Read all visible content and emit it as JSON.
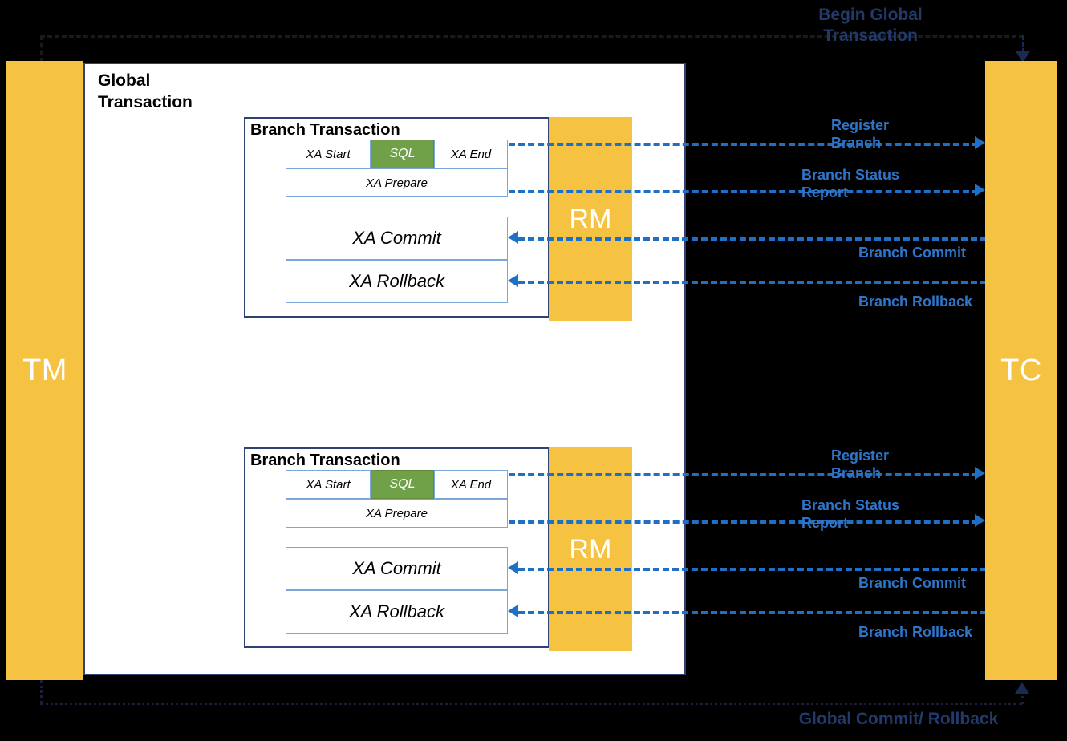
{
  "actors": {
    "tm": {
      "label": "TM",
      "color": "#F5C242"
    },
    "tc": {
      "label": "TC",
      "color": "#F5C242"
    },
    "rm": {
      "label": "RM",
      "color": "#F5C242"
    }
  },
  "global_panel": {
    "title": "Global\nTransaction",
    "border_color": "#2E4372"
  },
  "global_flow": {
    "begin_label": "Begin Global\nTransaction",
    "commit_label": "Global Commit/ Rollback",
    "color": "#223a6b"
  },
  "branches": [
    {
      "title": "Branch Transaction",
      "ops": {
        "xa_start": "XA Start",
        "sql": "SQL",
        "xa_end": "XA End",
        "xa_prepare": "XA Prepare",
        "xa_commit": "XA Commit",
        "xa_rollback": "XA Rollback"
      },
      "rm_label": "RM",
      "messages": [
        {
          "text": "Register\nBranch",
          "direction": "right"
        },
        {
          "text": "Branch Status\nReport",
          "direction": "right"
        },
        {
          "text": "Branch Commit",
          "direction": "left"
        },
        {
          "text": "Branch Rollback",
          "direction": "left"
        }
      ]
    },
    {
      "title": "Branch Transaction",
      "ops": {
        "xa_start": "XA Start",
        "sql": "SQL",
        "xa_end": "XA End",
        "xa_prepare": "XA Prepare",
        "xa_commit": "XA Commit",
        "xa_rollback": "XA Rollback"
      },
      "rm_label": "RM",
      "messages": [
        {
          "text": "Register\nBranch",
          "direction": "right"
        },
        {
          "text": "Branch Status\nReport",
          "direction": "right"
        },
        {
          "text": "Branch Commit",
          "direction": "left"
        },
        {
          "text": "Branch Rollback",
          "direction": "left"
        }
      ]
    }
  ],
  "colors": {
    "accent_orange": "#F5C242",
    "message_blue": "#2E75C9",
    "arrow_blue": "#1F6FC4",
    "sql_green": "#70A048",
    "panel_border": "#2E4372",
    "op_border": "#7BA7DB"
  }
}
